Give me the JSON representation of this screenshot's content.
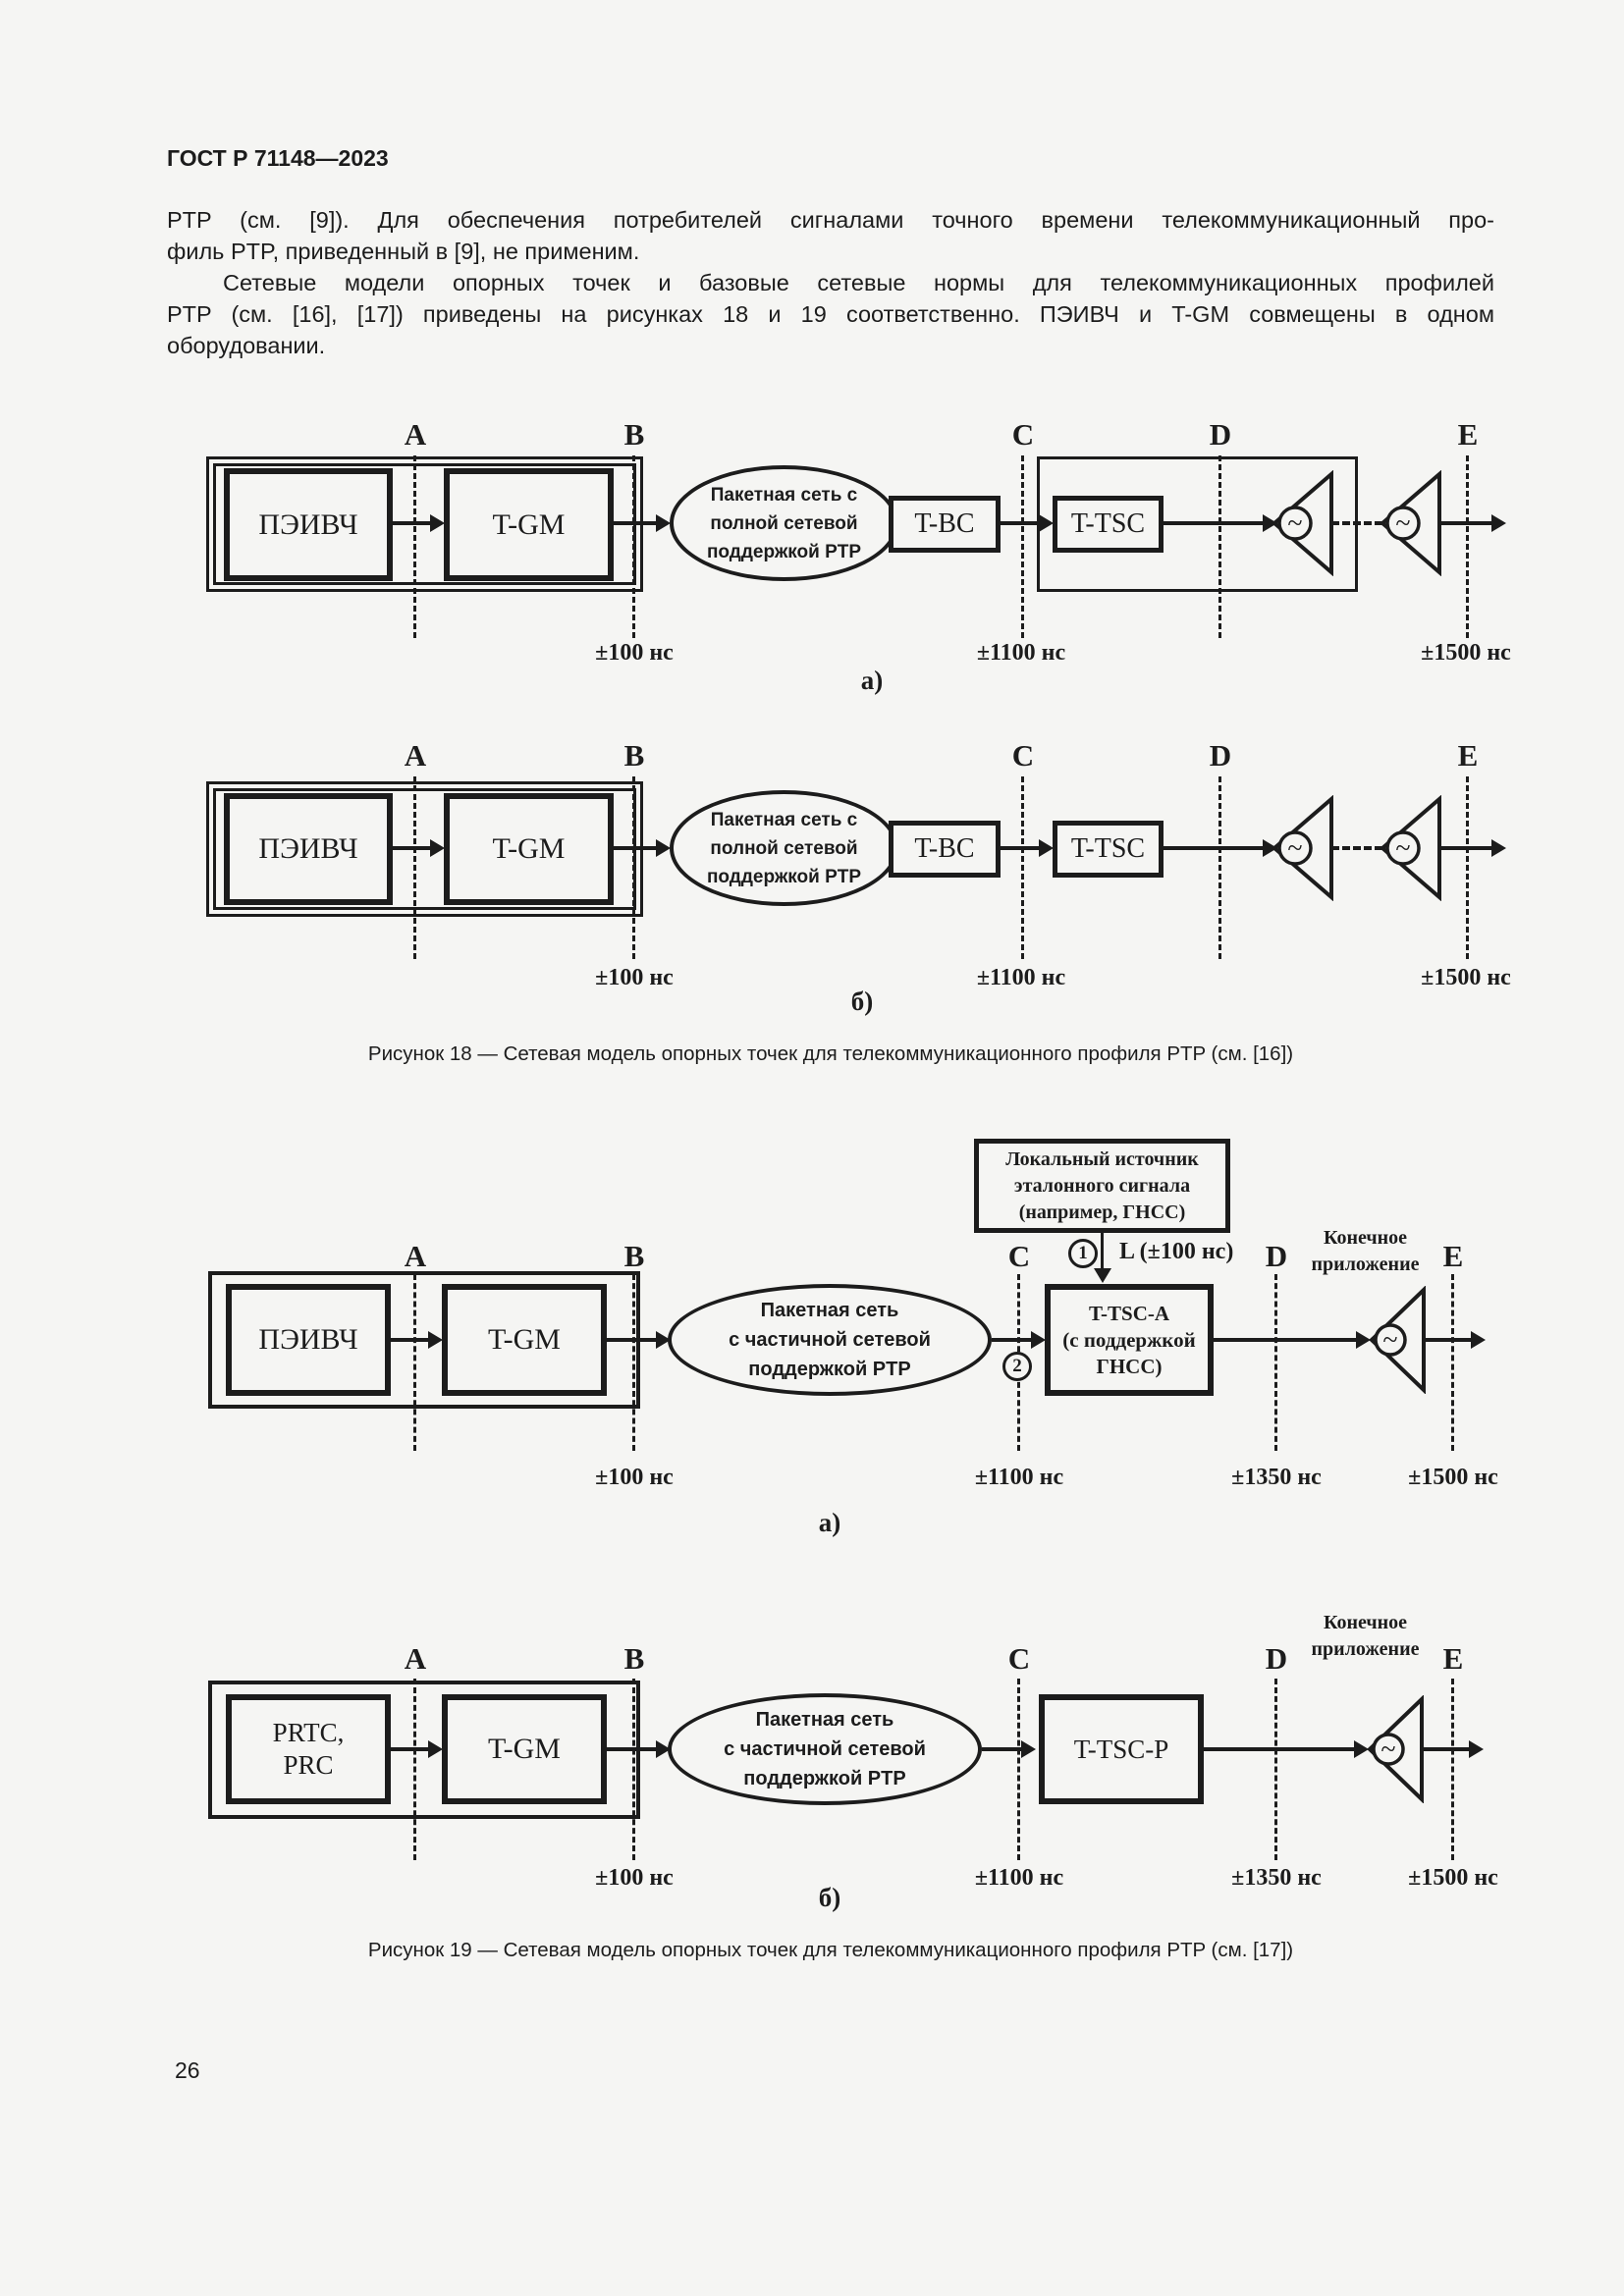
{
  "page": {
    "header": "ГОСТ Р 71148—2023",
    "number": "26"
  },
  "body": {
    "p1_l1": "PTP (см. [9]). Для обеспечения потребителей сигналами точного времени телекоммуникационный про-",
    "p1_l2": "филь PTP, приведенный в [9], не применим.",
    "p2_l1": "Сетевые модели опорных точек и базовые сетевые нормы для телекоммуникационных профилей",
    "p2_l2": "PTP (см. [16], [17]) приведены на рисунках 18 и 19 соответственно. ПЭИВЧ и T-GM совмещены в одном",
    "p2_l3": "оборудовании."
  },
  "refs": {
    "a": "A",
    "b": "B",
    "c": "C",
    "d": "D",
    "e": "E"
  },
  "lims": {
    "n100": "±100 нс",
    "n1100": "±1100 нс",
    "n1350": "±1350 нс",
    "n1500": "±1500 нс"
  },
  "labels": {
    "peivch": "ПЭИВЧ",
    "tgm": "T-GM",
    "tbc": "T-BC",
    "ttsc": "T-TSC",
    "prtc": "PRTC,\nPRC",
    "ttsca": "T-TSC-A\n(с поддержкой\nГНСС)",
    "ttscp": "T-TSC-P",
    "cloud_full": "Пакетная сеть с\nполной сетевой\nподдержкой PTP",
    "cloud_partial": "Пакетная сеть\nс частичной сетевой\nподдержкой PTP",
    "local_source": "Локальный источник\nэталонного сигнала\n(например, ГНСС)",
    "end_app": "Конечное\nприложение",
    "l_label": "L (±100 нс)",
    "c1": "1",
    "c2": "2",
    "sub_a": "a)",
    "sub_b": "б)",
    "tilde": "~"
  },
  "captions": {
    "fig18": "Рисунок 18 — Сетевая модель опорных точек для телекоммуникационного профиля PTP (см. [16])",
    "fig19": "Рисунок 19 — Сетевая модель опорных точек для телекоммуникационного профиля PTP (см. [17])"
  }
}
